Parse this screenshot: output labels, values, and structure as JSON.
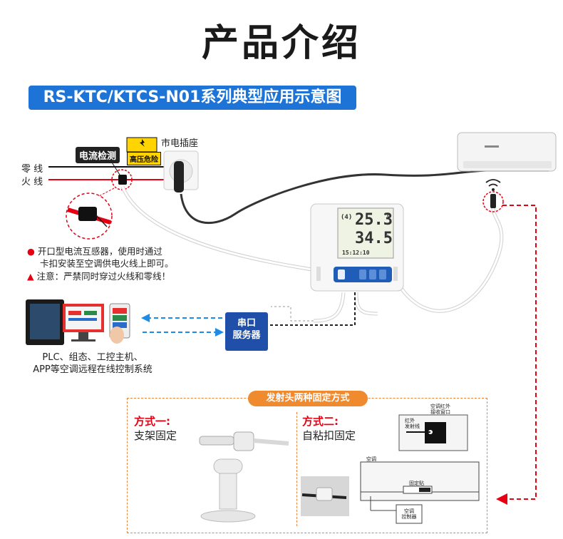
{
  "title": "产品介绍",
  "subtitle": "RS-KTC/KTCS-N01系列典型应用示意图",
  "labels": {
    "zero_line": "零 线",
    "fire_line": "火 线",
    "current_detect": "电流检测",
    "high_voltage": "高压危险",
    "socket": "市电插座"
  },
  "notes": {
    "install": "开口型电流互感器，使用时通过卡扣安装至空调供电火线上即可。",
    "install_line1": "开口型电流互感器，使用时通过",
    "install_line2": "卡扣安装至空调供电火线上即可。",
    "warning": "注意：严禁同时穿过火线和零线！"
  },
  "device_display": {
    "temperature": "25.3",
    "temp_unit": "°C",
    "humidity": "34.5",
    "hum_unit": "%",
    "time": "15:12:10",
    "indicator": "(4)"
  },
  "server": {
    "line1": "串口",
    "line2": "服务器"
  },
  "platforms": {
    "line1": "PLC、组态、工控主机、",
    "line2": "APP等空调远程在线控制系统"
  },
  "fixing": {
    "title": "发射头两种固定方式",
    "method1_name": "方式一:",
    "method1_desc": "支架固定",
    "method2_name": "方式二:",
    "method2_desc": "自粘扣固定",
    "ac_label": "空调",
    "window_label": "空调红外接收窗口",
    "window_line1": "空调红外",
    "window_line2": "接收窗口",
    "emitter_line1": "红外",
    "emitter_line2": "发射线",
    "clip_label": "固定贴",
    "controller_line1": "空调",
    "controller_line2": "控制器"
  },
  "colors": {
    "accent_blue": "#1d73d6",
    "server_blue": "#1f4fa8",
    "danger_red": "#e60012",
    "fix_orange": "#f08a2e"
  }
}
